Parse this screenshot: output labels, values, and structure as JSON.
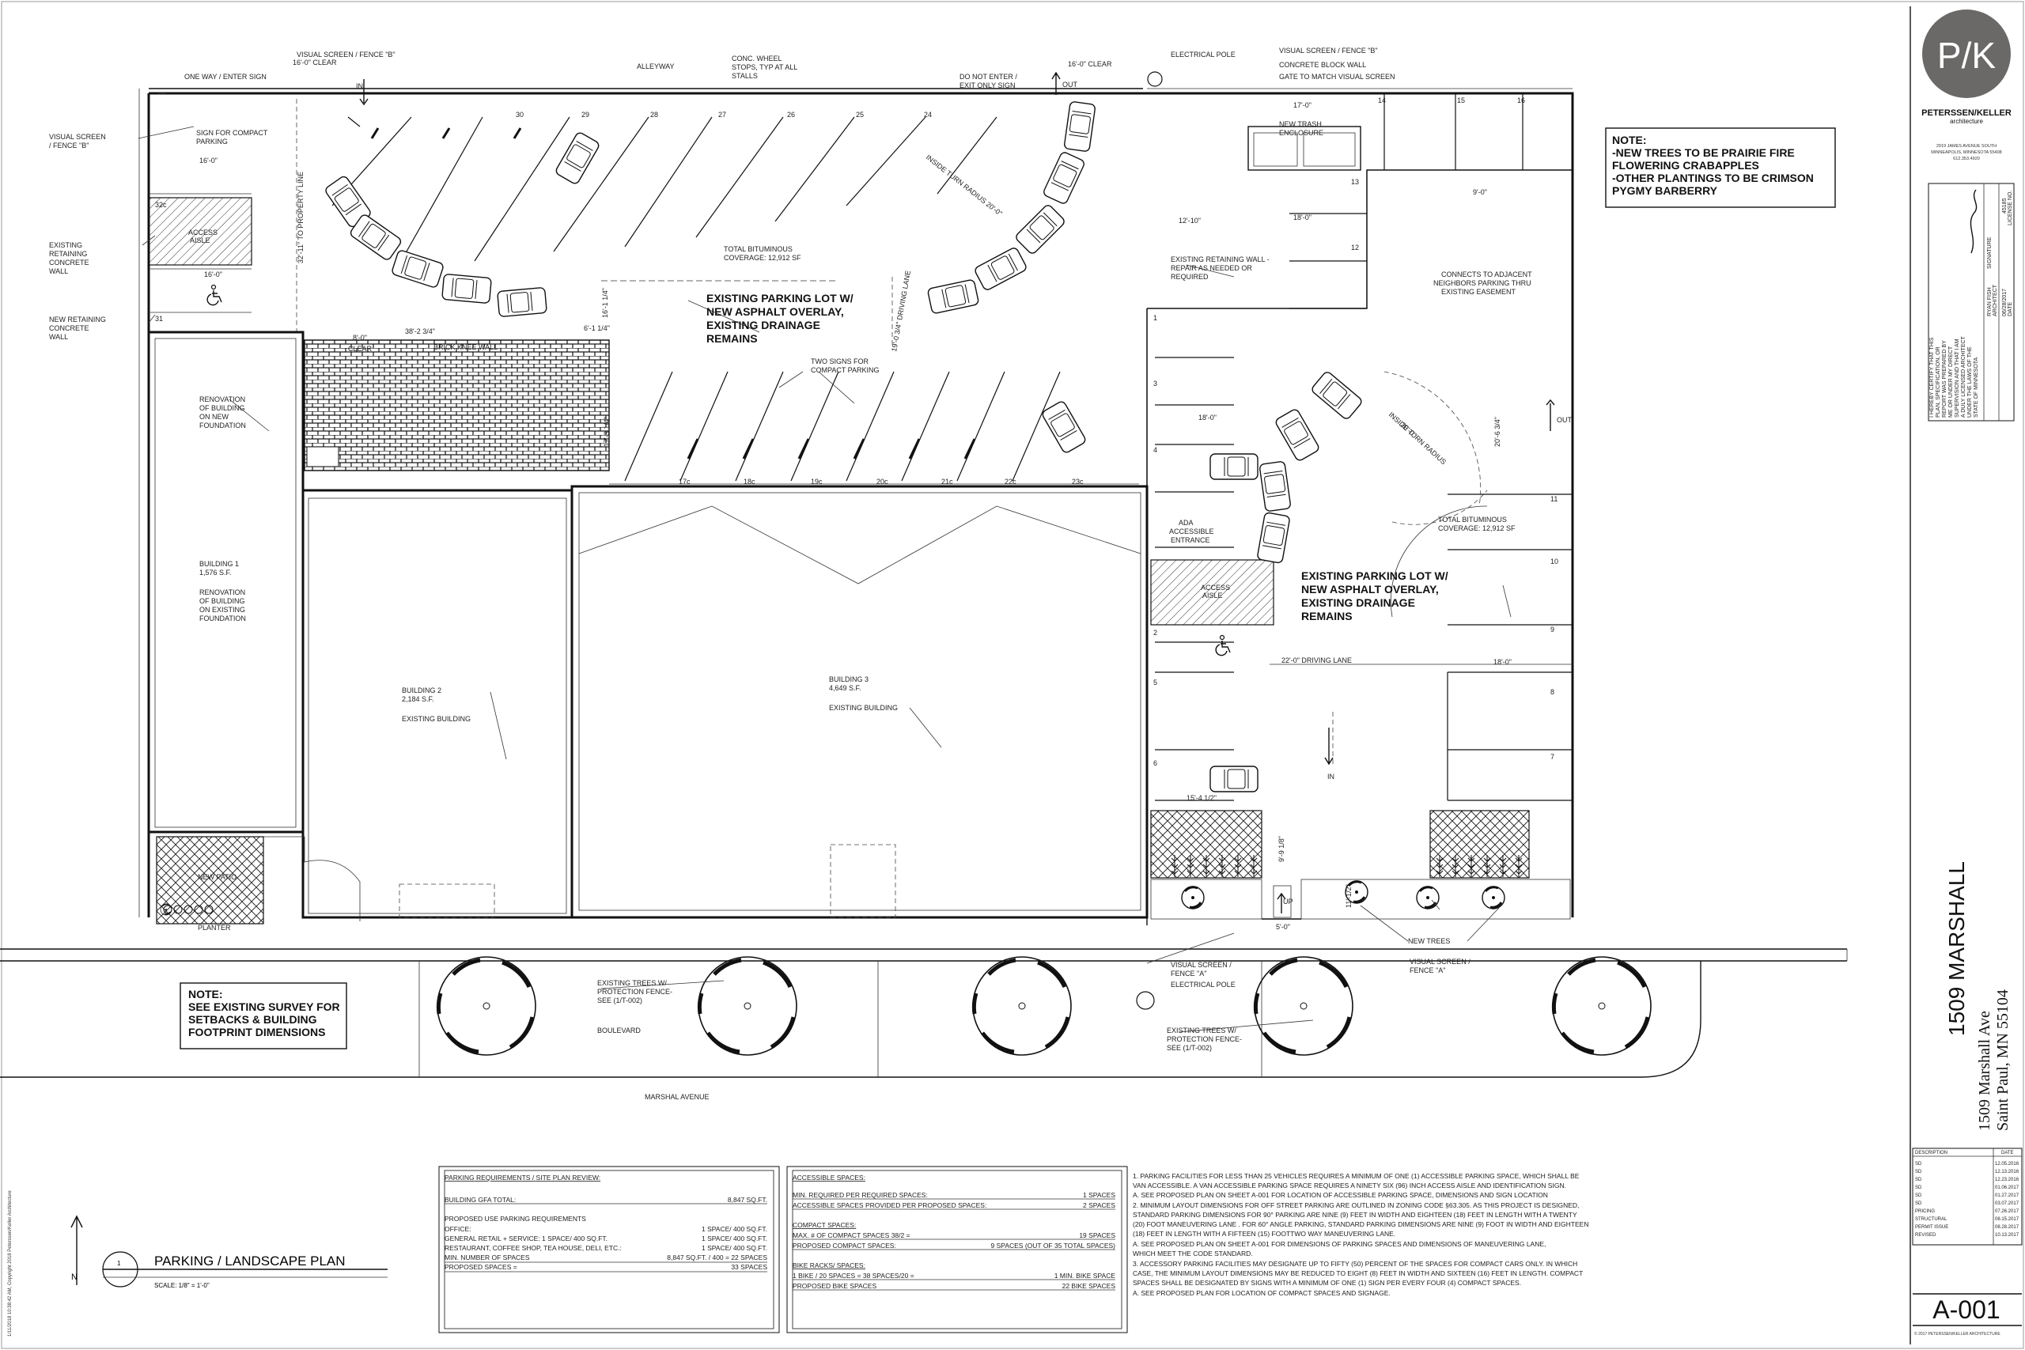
{
  "logo": {
    "mark": "P/K",
    "firm": "PETERSSEN/KELLER",
    "sub": "architecture",
    "address": [
      "2919 JAMES AVENUE SOUTH",
      "MINNEAPOLIS, MINNESOTA 55408",
      "612.353.4920"
    ]
  },
  "project": {
    "name": "1509 MARSHALL",
    "address1": "1509 Marshall Ave",
    "address2": "Saint Paul, MN 55104"
  },
  "sheet": {
    "number": "A-001",
    "copyright": "© 2017 PETERSSEN/KELLER ARCHITECTURE",
    "stamp_plot": "1/11/2018 10:38:42 AM, Copyright 2018 Peterssen/Keller Architecture"
  },
  "certification": {
    "text": [
      "I HEREBY CERTIFY THAT THIS",
      "PLAN, SPECIFICATION, OR",
      "REPORT WAS PREPARED BY",
      "ME OR UNDER MY DIRECT",
      "SUPERVISION AND THAT I AM",
      "A DULY LICENSED ARCHITECT",
      "UNDER THE LAWS OF THE",
      "STATE OF MINNESOTA"
    ],
    "name": "RYAN FISH",
    "role": "ARCHITECT",
    "signature_label": "SIGNATURE",
    "date": "06/28/2017",
    "date_label": "DATE",
    "license": "45185",
    "license_label": "LICENSE NO."
  },
  "revisions": {
    "headers": [
      "DESCRIPTION",
      "DATE"
    ],
    "rows": [
      [
        "SD",
        "12.05.2016"
      ],
      [
        "SD",
        "12.13.2016"
      ],
      [
        "SD",
        "12.23.2016"
      ],
      [
        "SD",
        "01.06.2017"
      ],
      [
        "SD",
        "01.27.2017"
      ],
      [
        "SD",
        "03.07.2017"
      ],
      [
        "PRICING",
        "07.26.2017"
      ],
      [
        "STRUCTURAL",
        "08.15.2017"
      ],
      [
        "PERMIT ISSUE",
        "08.28.2017"
      ],
      [
        "REVISED",
        "10.13.2017"
      ]
    ]
  },
  "plan_title": {
    "number": "1",
    "title": "PARKING / LANDSCAPE PLAN",
    "scale": "SCALE: 1/8\" = 1'-0\"",
    "north": "N"
  },
  "notes": {
    "tree_note": [
      "NOTE:",
      "-NEW TREES TO BE PRAIRIE FIRE",
      "FLOWERING CRABAPPLES",
      "-OTHER PLANTINGS TO BE CRIMSON",
      "PYGMY BARBERRY"
    ],
    "survey_note": [
      "NOTE:",
      "SEE EXISTING SURVEY FOR",
      "SETBACKS & BUILDING",
      "FOOTPRINT DIMENSIONS"
    ]
  },
  "labels": {
    "visual_screen_b_top": "VISUAL SCREEN / FENCE \"B\"",
    "clear_16_top": "16'-0\" CLEAR",
    "alleyway": "ALLEYWAY",
    "conc_wheel": [
      "CONC. WHEEL",
      "STOPS, TYP AT ALL",
      "STALLS"
    ],
    "do_not_enter": [
      "DO NOT ENTER /",
      "EXIT ONLY SIGN"
    ],
    "clear_16_right": "16'-0\" CLEAR",
    "electrical_pole_top": "ELECTRICAL POLE",
    "visual_screen_b_right": "VISUAL SCREEN / FENCE \"B\"",
    "cmu_wall": "CONCRETE BLOCK WALL",
    "gate": "GATE TO MATCH VISUAL SCREEN",
    "one_way": "ONE WAY / ENTER SIGN",
    "compact_sign": [
      "SIGN FOR COMPACT",
      "PARKING"
    ],
    "visual_screen_left": [
      "VISUAL SCREEN",
      "/ FENCE \"B\""
    ],
    "existing_retaining": [
      "EXISTING",
      "RETAINING",
      "CONCRETE",
      "WALL"
    ],
    "new_retaining": [
      "NEW RETAINING",
      "CONCRETE",
      "WALL"
    ],
    "access_aisle": [
      "ACCESS",
      "AISLE"
    ],
    "property_line": "32'-11\" TO PROPERTY LINE",
    "trash": [
      "NEW TRASH",
      "ENCLOSURE"
    ],
    "total_bit_1": [
      "TOTAL BITUMINOUS",
      "COVERAGE: 12,912 SF"
    ],
    "total_bit_2": [
      "TOTAL BITUMINOUS",
      "COVERAGE: 12,912 SF"
    ],
    "inside_turn_1": "INSIDE TURN RADIUS 20'-0\"",
    "inside_turn_2": [
      "INSIDE TURN RADIUS",
      "20'-0\""
    ],
    "driving_lane_v": "19'-0 3/4\" DRIVING LANE",
    "driving_lane_h": "22'-0\" DRIVING LANE",
    "existing_lot_1": [
      "EXISTING PARKING LOT W/",
      "NEW ASPHALT OVERLAY,",
      "EXISTING DRAINAGE",
      "REMAINS"
    ],
    "existing_lot_2": [
      "EXISTING PARKING LOT W/",
      "NEW ASPHALT OVERLAY,",
      "EXISTING DRAINAGE",
      "REMAINS"
    ],
    "retaining_repair": [
      "EXISTING RETAINING WALL -",
      "REPAIR AS NEEDED OR",
      "REQUIRED"
    ],
    "connects": [
      "CONNECTS TO ADJACENT",
      "NEIGHBORS PARKING THRU",
      "EXISTING EASEMENT"
    ],
    "brick_knee": "BRICK KNEE WALL",
    "two_signs": [
      "TWO SIGNS FOR",
      "COMPACT PARKING"
    ],
    "reno_new": [
      "RENOVATION",
      "OF BUILDING",
      "ON NEW",
      "FOUNDATION"
    ],
    "building1": [
      "BUILDING 1",
      "1,576 S.F."
    ],
    "reno_exist": [
      "RENOVATION",
      "OF BUILDING",
      "ON EXISTING",
      "FOUNDATION"
    ],
    "building2": [
      "BUILDING 2",
      "2,184 S.F."
    ],
    "existing_building": "EXISTING BUILDING",
    "building3": [
      "BUILDING 3",
      "4,649 S.F."
    ],
    "ada_entrance": [
      "ADA",
      "ACCESSIBLE",
      "ENTRANCE"
    ],
    "new_patio": "NEW PATIO",
    "planter": "PLANTER",
    "new_trees": "NEW TREES",
    "visual_screen_a1": [
      "VISUAL SCREEN /",
      "FENCE \"A\""
    ],
    "visual_screen_a2": [
      "VISUAL SCREEN /",
      "FENCE \"A\""
    ],
    "electrical_pole_bottom": "ELECTRICAL POLE",
    "existing_trees_1": [
      "EXISTING TREES W/",
      "PROTECTION FENCE-",
      "SEE (1/T-002)"
    ],
    "existing_trees_2": [
      "EXISTING TREES W/",
      "PROTECTION FENCE-",
      "SEE (1/T-002)"
    ],
    "boulevard": "BOULEVARD",
    "marshal_ave": "MARSHAL AVENUE",
    "in1": "IN",
    "in2": "IN",
    "out1": "OUT",
    "out2": "OUT",
    "up": "UP",
    "clear_8": "8'-0\"",
    "clear_word": "CLEAR",
    "dim_38": "38'-2 3/4\"",
    "dim_16a": "16'-0\"",
    "dim_16b": "16'-0\"",
    "dim_12_10": "12'-10\"",
    "dim_18a": "18'-0\"",
    "dim_18b": "18'-0\"",
    "dim_18c": "18'-0\"",
    "dim_9a": "9'-0\"",
    "dim_15_4": "15'-4 1/2\"",
    "dim_5": "5'-0\"",
    "dim_17": "17'-0\"",
    "dim_16_1": "16'-1 1/4\"",
    "dim_6_1": "6'-1 1/4\"",
    "dim_17_3": "17'-3 1/4\"",
    "dim_20_6": "20'-6 3/4\"",
    "dim_9_9": "9'-9 1/8\"",
    "dim_11": "11'-1/2\""
  },
  "stalls_top": [
    "30",
    "29",
    "28",
    "27",
    "26",
    "25",
    "24"
  ],
  "stalls_mid": [
    "17c",
    "18c",
    "19c",
    "20c",
    "21c",
    "22c",
    "23c"
  ],
  "stalls_right": [
    "14",
    "15",
    "16",
    "13",
    "12",
    "11",
    "10",
    "9",
    "8",
    "7",
    "6",
    "5",
    "4",
    "3",
    "2",
    "1"
  ],
  "stalls_left": [
    "32c",
    "31"
  ],
  "parking_req": {
    "title": "PARKING REQUIREMENTS / SITE PLAN REVIEW:",
    "rows": [
      [
        "BUILDING GFA TOTAL:",
        "8,847 SQ.FT."
      ],
      [
        "PROPOSED USE PARKING REQUIREMENTS",
        ""
      ],
      [
        "OFFICE:",
        "1 SPACE/ 400 SQ.FT."
      ],
      [
        "GENERAL RETAIL + SERVICE: 1 SPACE/ 400 SQ.FT.",
        "1 SPACE/ 400 SQ.FT."
      ],
      [
        "RESTAURANT, COFFEE SHOP, TEA HOUSE, DELI, ETC.:",
        "1 SPACE/ 400 SQ.FT."
      ],
      [
        "MIN. NUMBER OF SPACES",
        "8,847 SQ.FT. / 400 = 22 SPACES"
      ],
      [
        "PROPOSED SPACES =",
        "33 SPACES"
      ]
    ]
  },
  "accessible": {
    "title": "ACCESSIBLE SPACES:",
    "rows": [
      [
        "MIN. REQUIRED PER REQUIRED SPACES:",
        "1 SPACES"
      ],
      [
        "ACCESSIBLE SPACES PROVIDED PER PROPOSED SPACES:",
        "2 SPACES"
      ]
    ],
    "compact_title": "COMPACT SPACES:",
    "compact_rows": [
      [
        "MAX. # OF COMPACT SPACES 38/2 =",
        "19 SPACES"
      ],
      [
        "PROPOSED COMPACT SPACES:",
        "9 SPACES (OUT OF 35 TOTAL SPACES)"
      ]
    ],
    "bike_title": "BIKE RACKS/ SPACES:",
    "bike_rows": [
      [
        "1 BIKE / 20 SPACES = 38 SPACES/20 =",
        "1 MIN. BIKE SPACE"
      ],
      [
        "PROPOSED BIKE SPACES",
        "22 BIKE SPACES"
      ]
    ]
  },
  "general_notes": [
    "1. PARKING FACILITIES FOR LESS THAN 25 VEHICLES REQUIRES A MINIMUM OF ONE (1) ACCESSIBLE PARKING SPACE, WHICH SHALL BE",
    "VAN ACCESSIBLE. A VAN ACCESSIBLE PARKING SPACE REQUIRES A NINETY SIX (96) INCH ACCESS AISLE AND IDENTIFICATION SIGN.",
    "      A. SEE PROPOSED PLAN ON SHEET A-001 FOR LOCATION OF ACCESSIBLE PARKING SPACE, DIMENSIONS AND SIGN LOCATION",
    "2. MINIMUM LAYOUT DIMENSIONS FOR OFF STREET PARKING ARE OUTLINED IN ZONING CODE §63.305. AS THIS PROJECT IS DESIGNED,",
    "STANDARD PARKING DIMENSIONS FOR 90° PARKING ARE NINE (9) FEET IN WIDTH AND EIGHTEEN (18) FEET IN LENGTH WITH A TWENTY",
    "(20) FOOT MANEUVERING LANE . FOR 60° ANGLE PARKING, STANDARD PARKING DIMENSIONS ARE NINE (9) FOOT IN WIDTH AND EIGHTEEN",
    "(18) FEET IN LENGTH WITH A FIFTEEN (15) FOOTTWO WAY MANEUVERING LANE.",
    "      A. SEE PROPOSED PLAN ON SHEET A-001 FOR DIMENSIONS OF PARKING SPACES AND DIMENSIONS OF MANEUVERING LANE,",
    "WHICH MEET THE CODE STANDARD.",
    "3. ACCESSORY PARKING FACILITIES MAY DESIGNATE UP TO FIFTY (50) PERCENT OF THE SPACES FOR COMPACT CARS ONLY. IN WHICH",
    "CASE, THE MINIMUM LAYOUT DIMENSIONS MAY BE REDUCED TO EIGHT (8) FEET IN WIDTH AND SIXTEEN (16) FEET IN LENGTH. COMPACT",
    "SPACES SHALL BE DESIGNATED BY SIGNS WITH A MINIMUM OF ONE (1) SIGN PER EVERY FOUR (4) COMPACT SPACES.",
    "      A. SEE PROPOSED PLAN FOR LOCATION OF COMPACT SPACES AND SIGNAGE."
  ]
}
